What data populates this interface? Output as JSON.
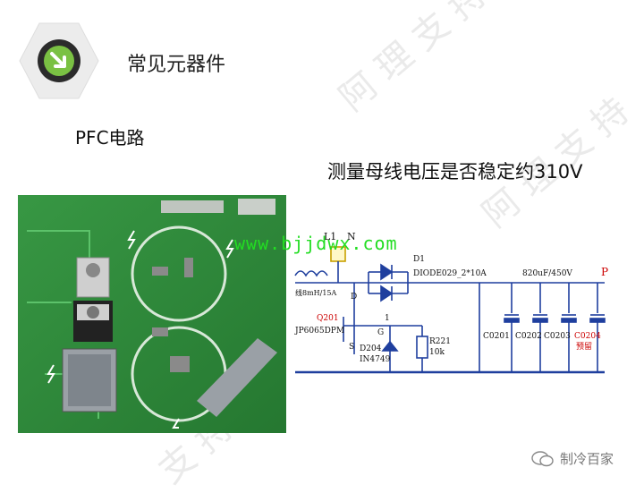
{
  "header": {
    "section_title": "常见元器件",
    "logo_icon": "arrow-down-right-icon"
  },
  "content": {
    "subtitle": "PFC电路",
    "headline": "测量母线电压是否稳定约310V",
    "url_watermark": "www.bjjdwx.com"
  },
  "circuit": {
    "label_l1": "L1",
    "label_n": "N",
    "label_d1": "D1",
    "diode_model": "DIODE029_2*10A",
    "inductor_label": "线8mH/15A",
    "label_d": "D",
    "transistor_ref": "Q201",
    "transistor_model": "JP6065DPM",
    "label_s": "S",
    "label_g": "G",
    "zener_ref": "D204",
    "zener_model": "IN4749",
    "node_1": "1",
    "resistor_ref": "R221",
    "resistor_value": "10k",
    "cap_rating": "820uF/450V",
    "label_p": "P",
    "caps": [
      "C0201",
      "C0202",
      "C0203",
      "C0204"
    ],
    "cap_note": "预留"
  },
  "footer": {
    "brand": "制冷百家",
    "brand_icon": "wechat-icon"
  },
  "colors": {
    "pcb_green": "#2e8a3a",
    "circuit_blue": "#1f3f9e",
    "accent_green": "#7ac143",
    "url_green": "#22dd22"
  }
}
